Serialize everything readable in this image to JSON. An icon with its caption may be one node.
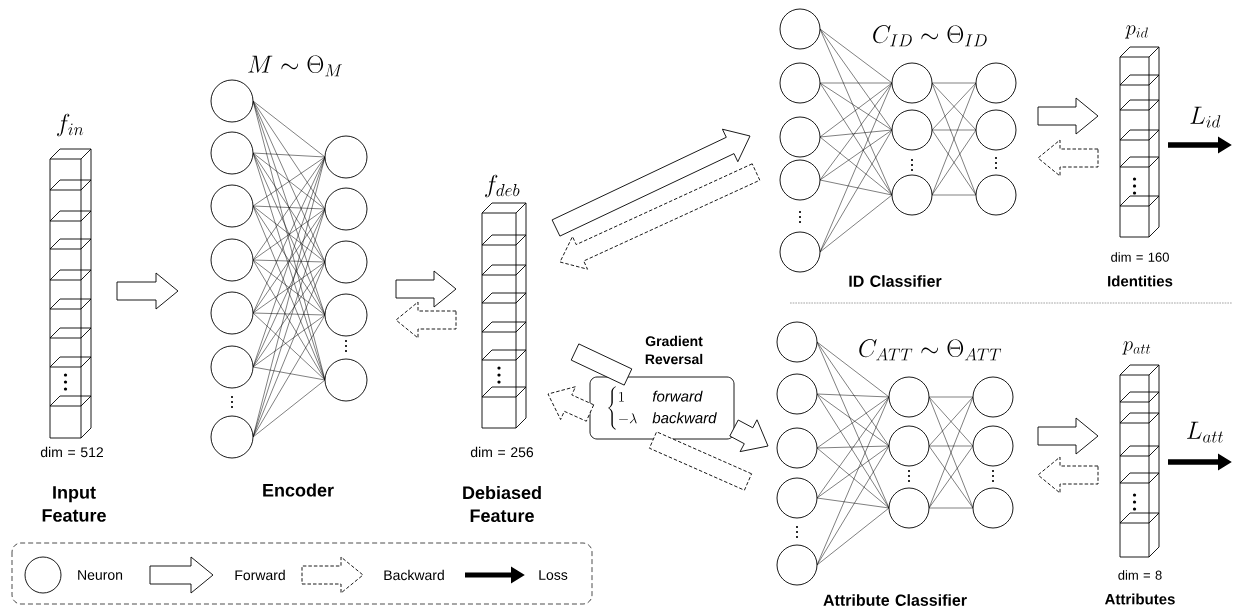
{
  "diagram": {
    "nodes": [
      {
        "text": [
          "f_{in}"
        ],
        "beside": [
          "dim = 512",
          "Input Feature"
        ]
      },
      {
        "text": [
          "M\\sim\\Theta_{M}"
        ],
        "beside": [
          "Encoder"
        ]
      },
      {
        "text": [
          "f_{deb}"
        ],
        "beside": [
          "dim = 256",
          "Debiased Feature"
        ]
      },
      {
        "text": [
          "C_{ID}\\sim\\Theta_{ID}"
        ],
        "beside": [
          "ID Classifier"
        ]
      },
      {
        "text": [
          "p_{id}"
        ],
        "beside": [
          "dim = 160",
          "Identities"
        ]
      },
      {
        "text": [
          "C_{ATT}\\sim\\Theta_{ATT}"
        ],
        "beside": [
          "Attribute Classifier"
        ]
      },
      {
        "text": [
          "p_{att}"
        ],
        "beside": [
          "dim = 8",
          "Attributes"
        ]
      },
      {
        "text": [
          "\\begin{cases}1 & \\mathit{forward}\\\\ -\\lambda & \\mathit{backward}\\end{cases}"
        ],
        "beside": [
          "Gradient Reversal"
        ]
      }
    ],
    "edges": [
      {
        "from": 0,
        "to": 1,
        "arrow": "to"
      },
      {
        "from": 1,
        "to": 2,
        "arrow": "to"
      },
      {
        "from": 2,
        "to": 1,
        "arrow": "to",
        "style": "dashed"
      },
      {
        "from": 2,
        "to": 3,
        "arrow": "to"
      },
      {
        "from": 3,
        "to": 2,
        "arrow": "to",
        "style": "dashed"
      },
      {
        "from": 3,
        "to": 4,
        "arrow": "to"
      },
      {
        "from": 4,
        "to": 3,
        "arrow": "to",
        "style": "dashed"
      },
      {
        "from": 2,
        "to": 7,
        "arrow": "none"
      },
      {
        "from": 7,
        "to": 5,
        "arrow": "to"
      },
      {
        "from": 5,
        "to": 7,
        "arrow": "none",
        "style": "dashed"
      },
      {
        "from": 7,
        "to": 2,
        "arrow": "to",
        "style": "dashed"
      },
      {
        "from": 5,
        "to": 6,
        "arrow": "to"
      },
      {
        "from": 6,
        "to": 5,
        "arrow": "to",
        "style": "dashed"
      },
      {
        "from": 4,
        "to": null,
        "arrow": "to",
        "label": "L_{id}"
      },
      {
        "from": 6,
        "to": null,
        "arrow": "to",
        "label": "L_{att}"
      }
    ],
    "legend": [
      {
        "text": "Neuron"
      },
      {
        "text": "Forward"
      },
      {
        "text": "Backward"
      },
      {
        "text": "Loss"
      }
    ]
  }
}
